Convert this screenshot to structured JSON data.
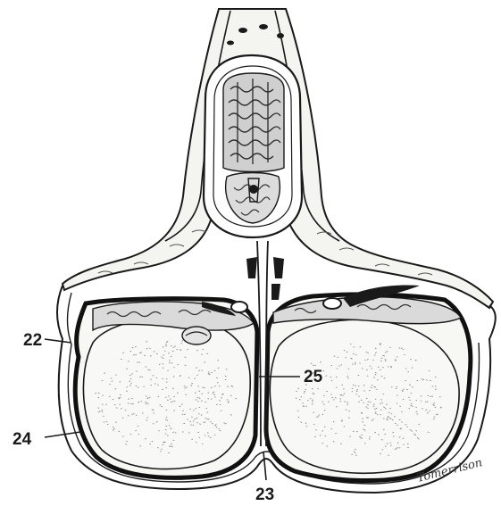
{
  "labels": {
    "l22": "22",
    "l23": "23",
    "l24": "24",
    "l25": "25"
  },
  "signature": "Tomerrison",
  "colors": {
    "ink": "#1a1a1a",
    "paper": "#ffffff",
    "fill_light": "#f4f4f0",
    "stipple": "#8a8a8a"
  }
}
